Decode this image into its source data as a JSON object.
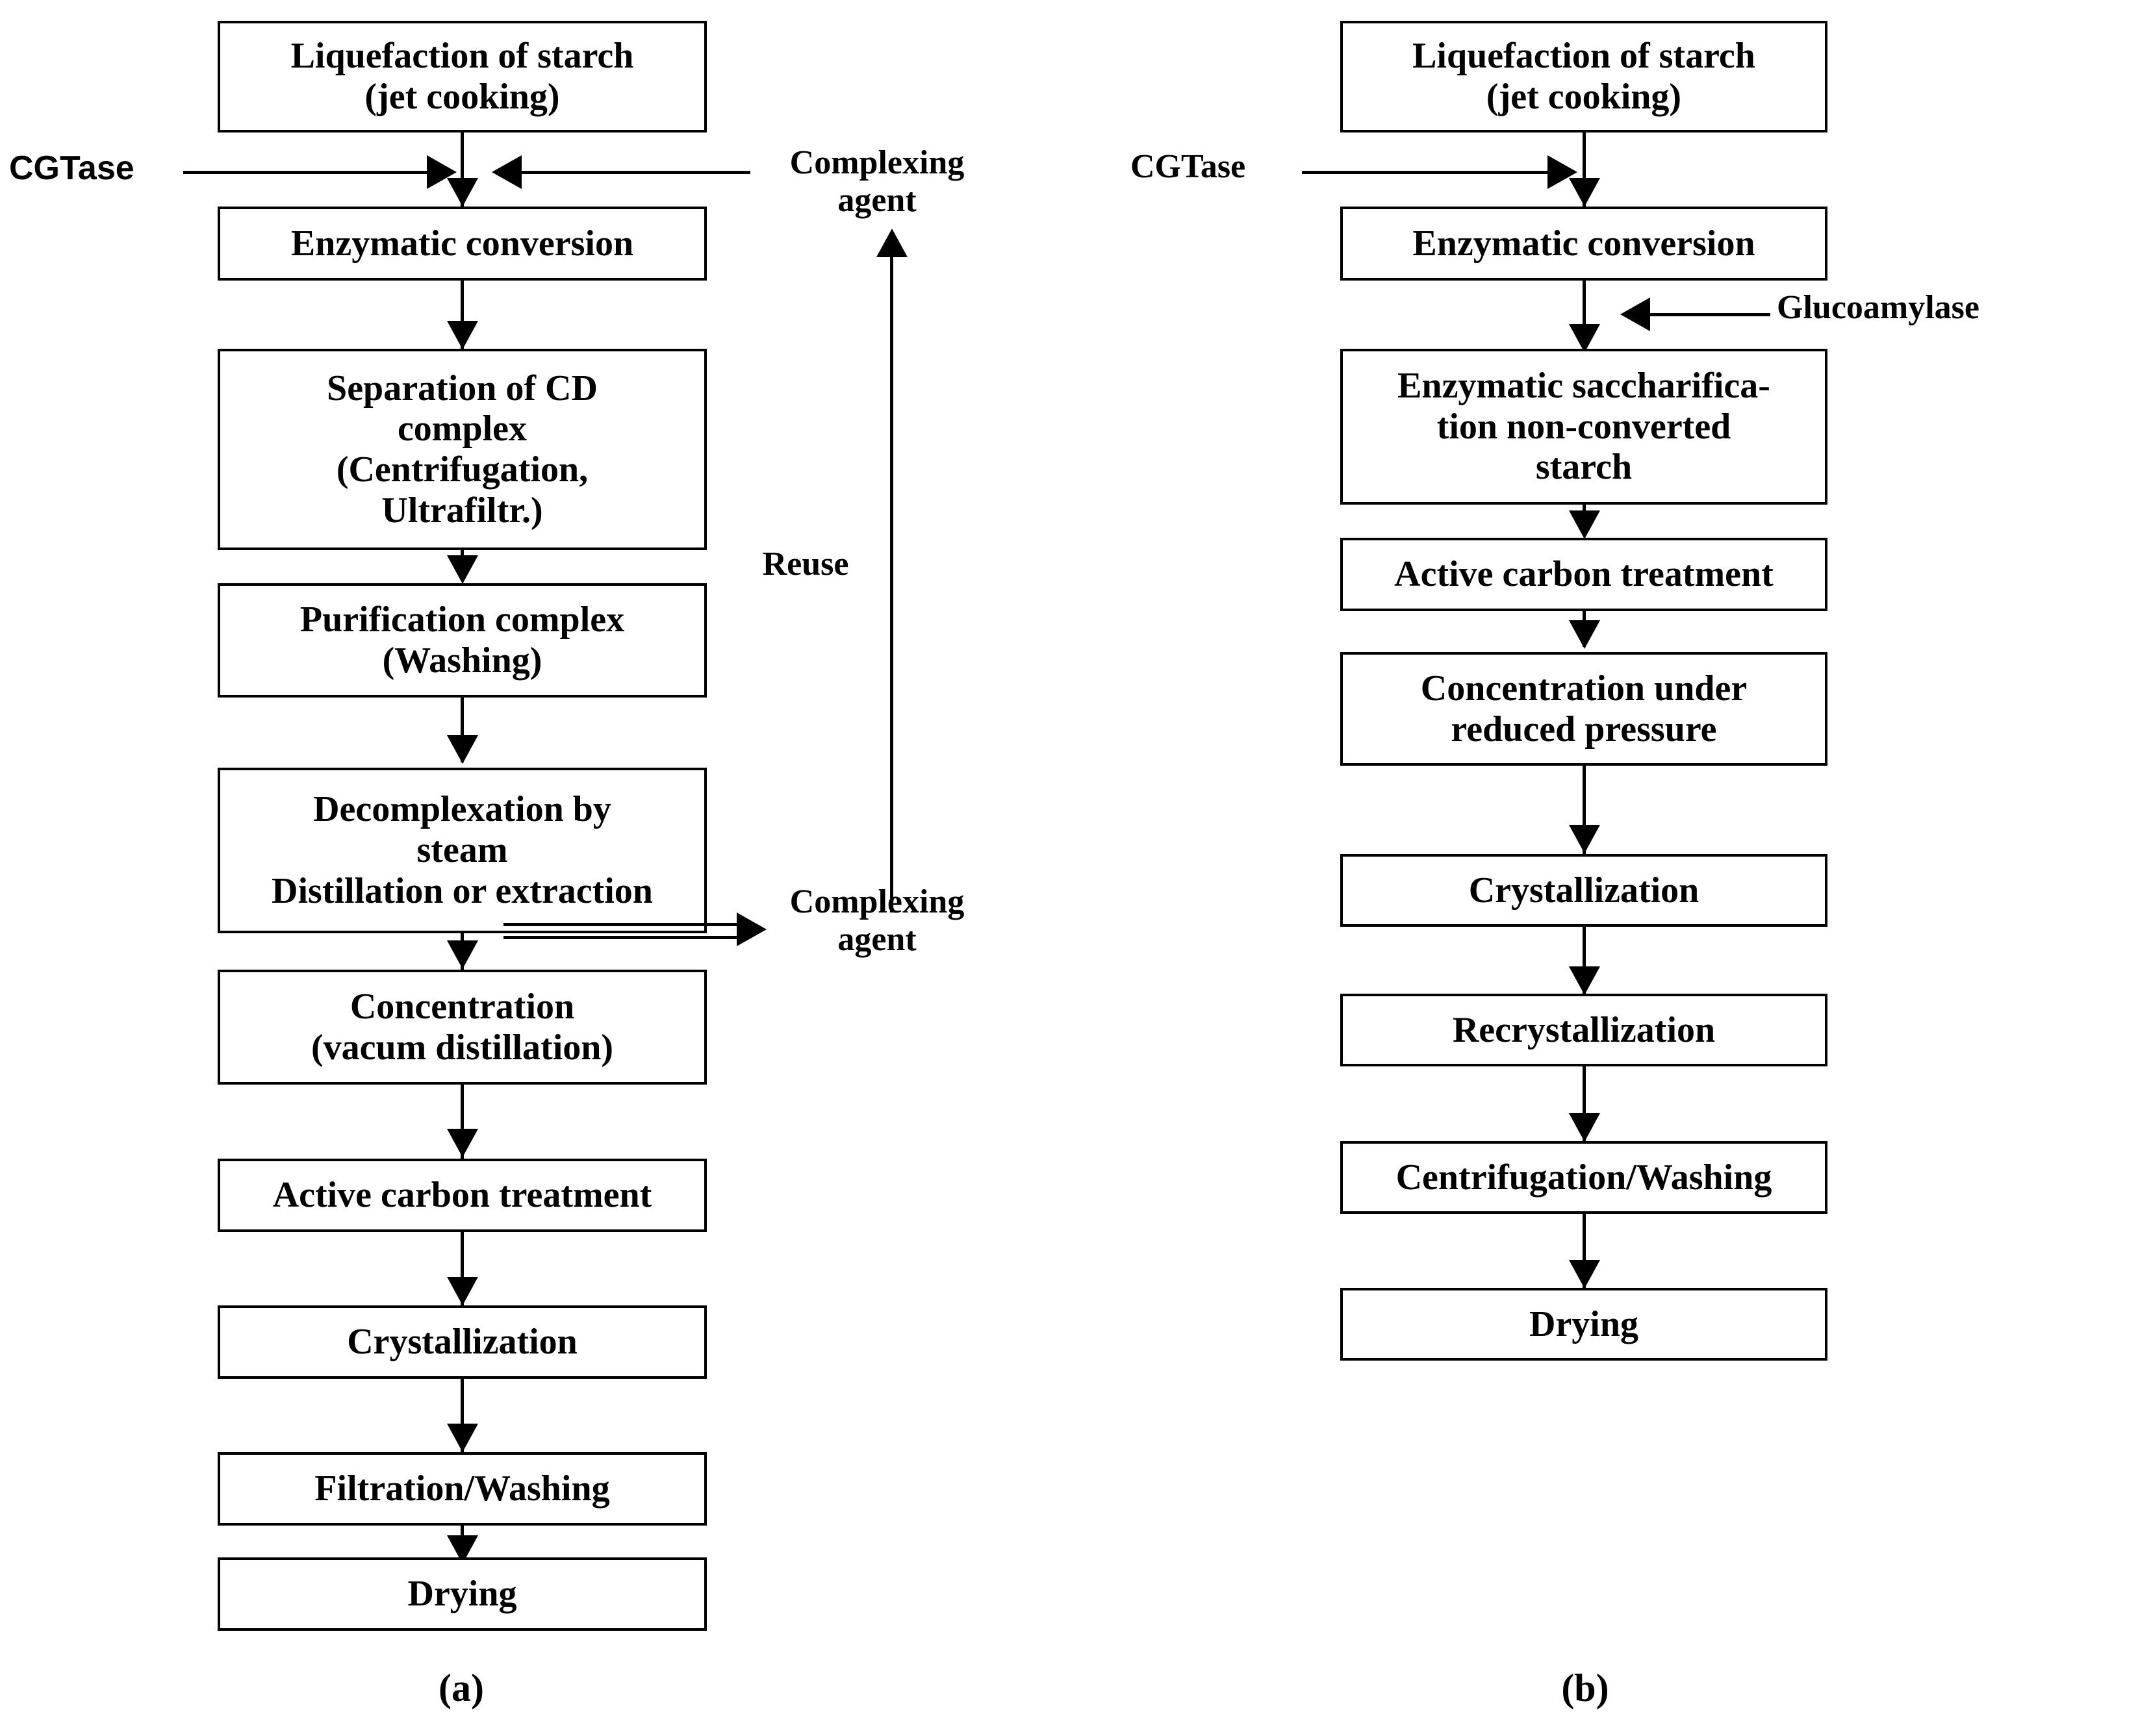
{
  "figure": {
    "panels": [
      {
        "id": "a",
        "caption": "(a)",
        "steps": [
          {
            "label": "Liquefaction of starch\n(jet cooking)"
          },
          {
            "label": "Enzymatic conversion"
          },
          {
            "label": "Separation of CD\ncomplex\n(Centrifugation,\nUltrafiltr.)"
          },
          {
            "label": "Purification complex\n(Washing)"
          },
          {
            "label": "Decomplexation by\nsteam\nDistillation or extraction"
          },
          {
            "label": "Concentration\n(vacum distillation)"
          },
          {
            "label": "Active carbon treatment"
          },
          {
            "label": "Crystallization"
          },
          {
            "label": "Filtration/Washing"
          },
          {
            "label": "Drying"
          }
        ],
        "side_labels": {
          "cgtase": "CGTase",
          "complexing_agent_in": "Complexing\nagent",
          "complexing_agent_out": "Complexing\nagent",
          "reuse": "Reuse"
        }
      },
      {
        "id": "b",
        "caption": "(b)",
        "steps": [
          {
            "label": "Liquefaction of starch\n(jet cooking)"
          },
          {
            "label": "Enzymatic conversion"
          },
          {
            "label": "Enzymatic saccharifica-\ntion non-converted\nstarch"
          },
          {
            "label": "Active carbon treatment"
          },
          {
            "label": "Concentration under\nreduced pressure"
          },
          {
            "label": "Crystallization"
          },
          {
            "label": "Recrystallization"
          },
          {
            "label": "Centrifugation/Washing"
          },
          {
            "label": "Drying"
          }
        ],
        "side_labels": {
          "cgtase": "CGTase",
          "glucoamylase": "Glucoamylase"
        }
      }
    ],
    "colors": {
      "stroke": "#000000",
      "background": "#ffffff",
      "text": "#000000"
    }
  }
}
